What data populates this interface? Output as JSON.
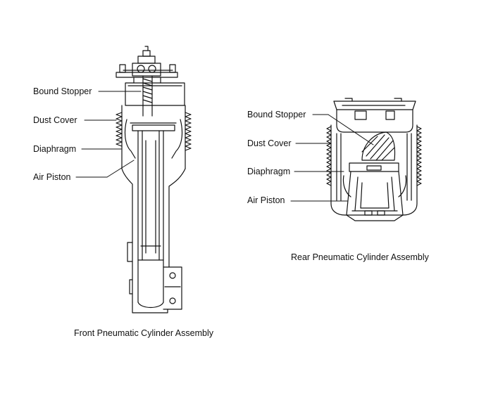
{
  "front": {
    "caption": "Front Pneumatic Cylinder Assembly",
    "labels": {
      "bound_stopper": "Bound Stopper",
      "dust_cover": "Dust Cover",
      "diaphragm": "Diaphragm",
      "air_piston": "Air Piston"
    }
  },
  "rear": {
    "caption": "Rear Pneumatic Cylinder Assembly",
    "labels": {
      "bound_stopper": "Bound Stopper",
      "dust_cover": "Dust Cover",
      "diaphragm": "Diaphragm",
      "air_piston": "Air Piston"
    }
  }
}
